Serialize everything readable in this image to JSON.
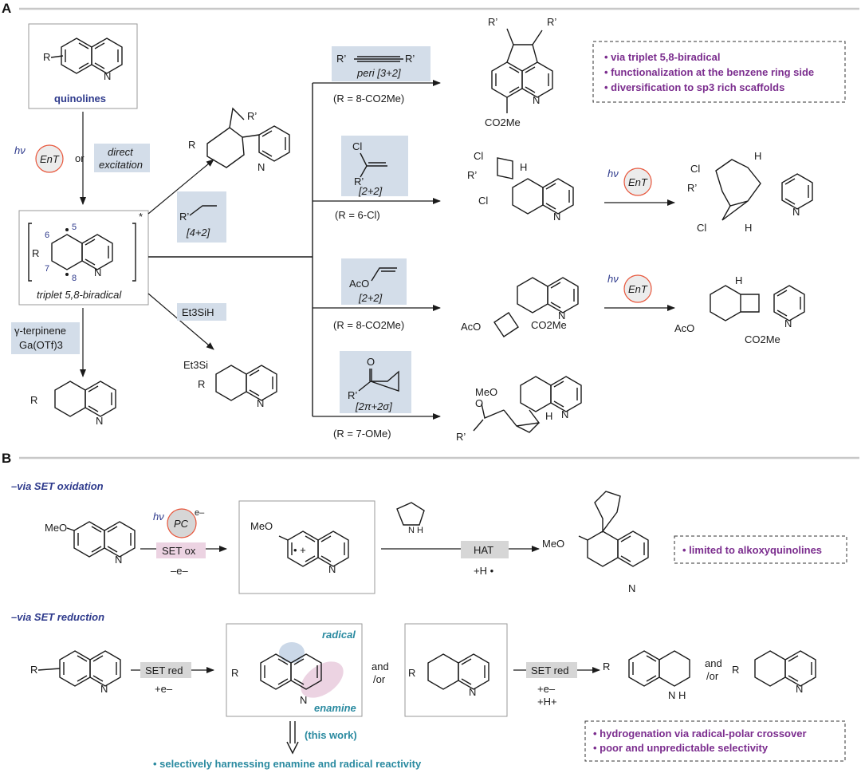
{
  "panel_a": {
    "label": "A",
    "start_caption": "quinolines",
    "hv": "hν",
    "ent": "EnT",
    "or_label": "or",
    "direct_excitation_1": "direct",
    "direct_excitation_2": "excitation",
    "biradical_caption": "triplet 5,8-biradical",
    "pos_5": "5",
    "pos_6": "6",
    "pos_7": "7",
    "pos_8": "8",
    "star": "*",
    "r": "R",
    "r_prime": "R’",
    "n": "N",
    "cycloadd_42": "[4+2]",
    "et3sih": "Et3SiH",
    "et3si": "Et3Si",
    "terpinene": "γ-terpinene",
    "gaotf": "Ga(OTf)3",
    "peri32": "peri [3+2]",
    "cond_8co2me": "(R = 8-CO2Me)",
    "co2me": "CO2Me",
    "cl": "Cl",
    "cycloadd_22": "[2+2]",
    "cond_6cl": "(R = 6-Cl)",
    "h": "H",
    "aco": "AcO",
    "cycloadd_2p2s": "[2π+2σ]",
    "cond_7ome": "(R = 7-OMe)",
    "meo": "MeO",
    "o": "O",
    "bullets": [
      "• via triplet 5,8-biradical",
      "• functionalization at the benzene ring side",
      "• diversification to sp3 rich scaffolds"
    ]
  },
  "panel_b": {
    "label": "B",
    "oxidation_title": "–via SET oxidation",
    "reduction_title": "–via SET reduction",
    "meo": "MeO",
    "hv": "hν",
    "pc": "PC",
    "e_minus": "e–",
    "set_ox": "SET ox",
    "minus_e": "–e–",
    "radical_cation": "• +",
    "hat": "HAT",
    "plus_h": "+H •",
    "n": "N",
    "nh": "N H",
    "limited": "• limited to alkoxyquinolines",
    "r": "R",
    "set_red": "SET red",
    "plus_e": "+e–",
    "plus_e2": "+e–",
    "plus_h_plus": "+H+",
    "radical": "radical",
    "enamine": "enamine",
    "and_or_1": "and",
    "and_or_2": "/or",
    "this_work": "(this work)",
    "harness": "• selectively harnessing enamine and radical reactivity",
    "nh_product": "N H",
    "bullets": [
      "• hydrogenation via radical-polar crossover",
      "• poor and unpredictable selectivity"
    ]
  },
  "colors": {
    "navy": "#2e3a8c",
    "purple": "#7b2d8e",
    "teal": "#2a8aa0",
    "reagent_box": "#d3dde9",
    "pink_box": "#ecd3e2",
    "ent_circle": "#e8553a"
  }
}
